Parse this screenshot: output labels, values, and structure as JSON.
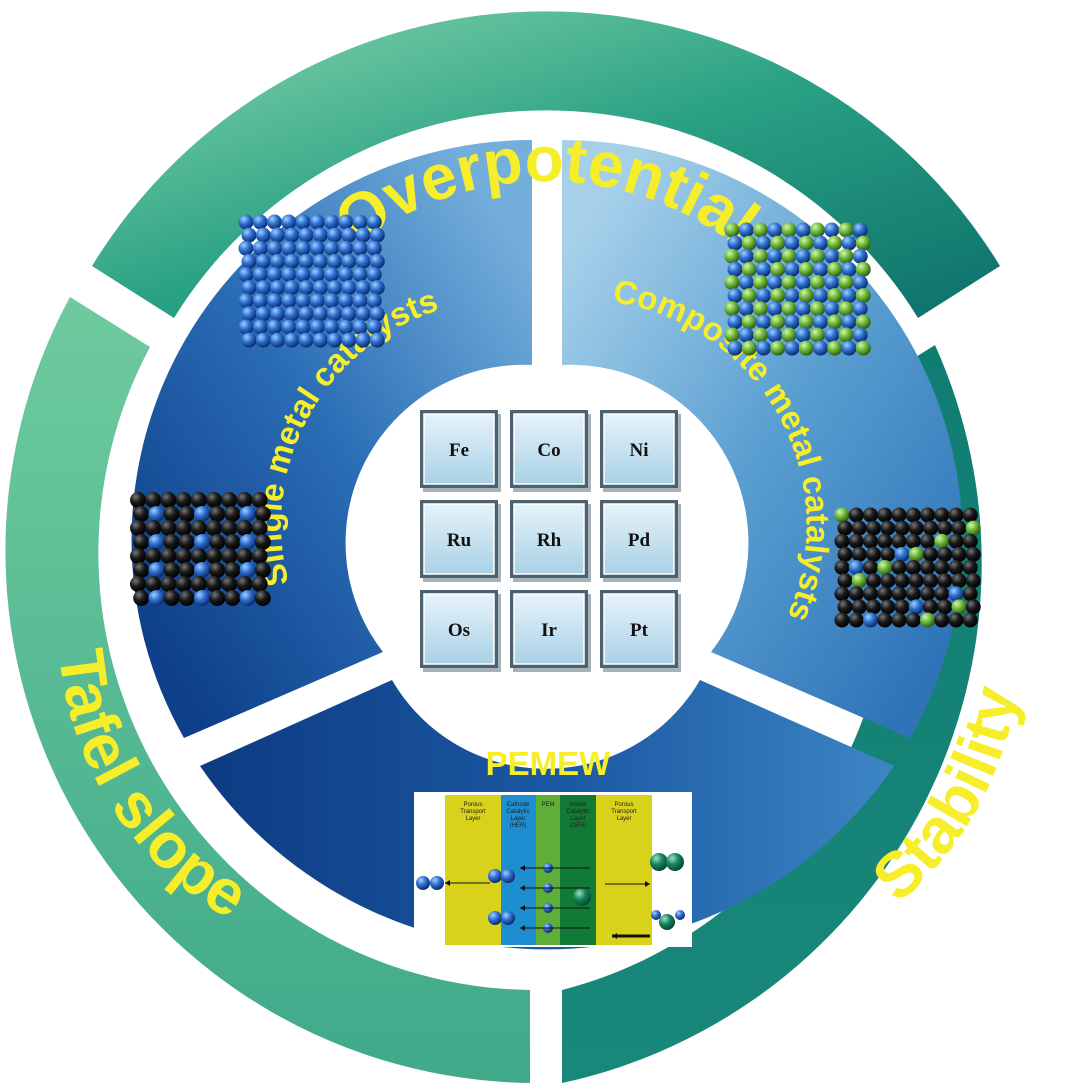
{
  "ring": {
    "top": "Overpotential",
    "right": "Stability",
    "left": "Tafel slope"
  },
  "sectors": {
    "left": "Single metal catalysts",
    "right": "Composite metal catalysts",
    "bottom": "PEMEW"
  },
  "elements": [
    [
      "Fe",
      "Co",
      "Ni"
    ],
    [
      "Ru",
      "Rh",
      "Pd"
    ],
    [
      "Os",
      "Ir",
      "Pt"
    ]
  ],
  "pem_diagram": {
    "layers": [
      "Porous Transport Layer",
      "Cathode Catalytic Layer (HER)",
      "PEM",
      "Anode Catalytic Layer (OER)",
      "Porous Transport Layer"
    ],
    "species": [
      "H2",
      "O2",
      "H2O"
    ]
  },
  "colors": {
    "ring_light": "#7fcfa5",
    "ring_dark": "#0f7f74",
    "sector_light": "#86bde0",
    "sector_dark": "#0d3f86",
    "label_yellow": "#f6ee2a"
  }
}
